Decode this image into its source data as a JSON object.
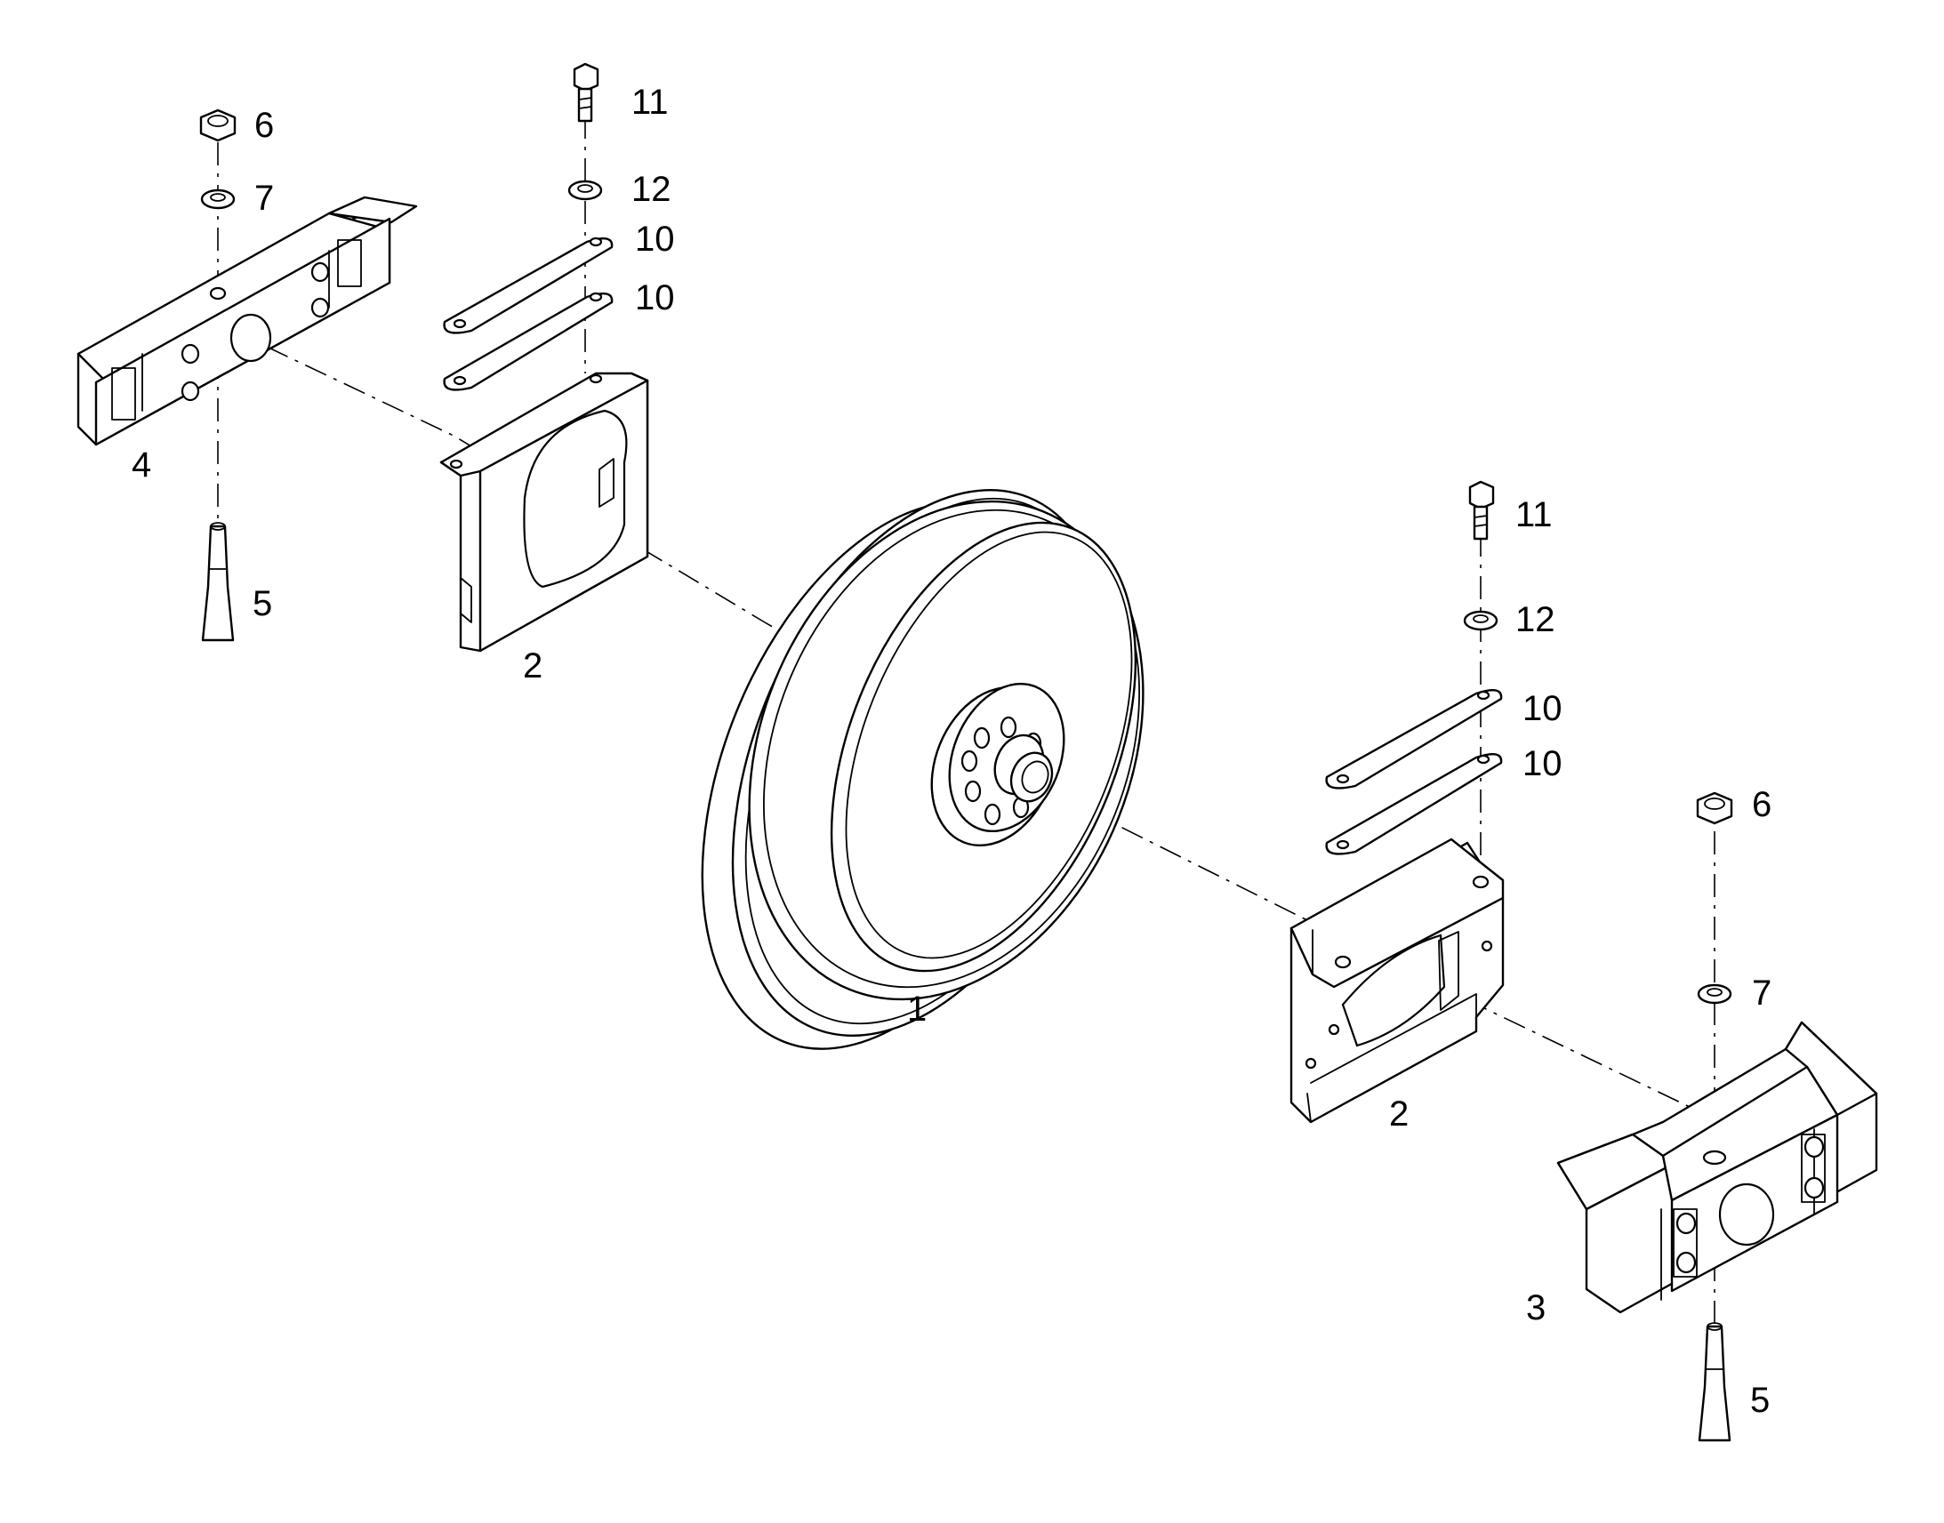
{
  "callouts": {
    "part_1": "1",
    "part_2_left": "2",
    "part_2_right": "2",
    "part_3": "3",
    "part_4": "4",
    "part_5_left": "5",
    "part_5_right": "5",
    "part_6_left": "6",
    "part_6_right": "6",
    "part_7_left": "7",
    "part_7_right": "7",
    "part_10_left_upper": "10",
    "part_10_left_lower": "10",
    "part_10_right_upper": "10",
    "part_10_right_lower": "10",
    "part_11_left": "11",
    "part_11_right": "11",
    "part_12_left": "12",
    "part_12_right": "12"
  },
  "colors": {
    "ink": "#000000",
    "paper": "#ffffff"
  }
}
